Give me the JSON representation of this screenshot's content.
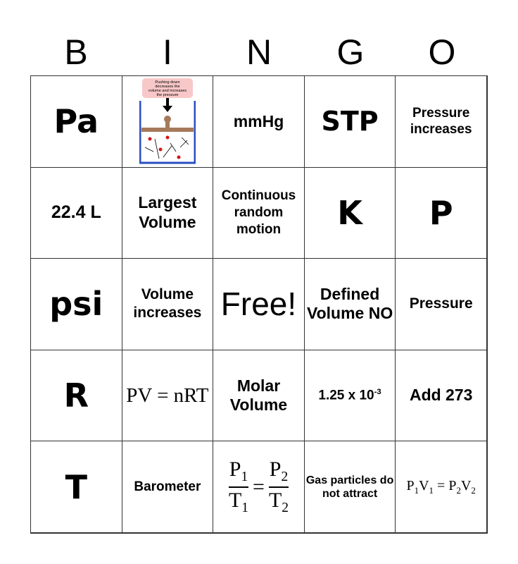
{
  "header": [
    "B",
    "I",
    "N",
    "G",
    "O"
  ],
  "cells": {
    "r1": {
      "c1": "Pa",
      "c2_caption": "Pushing down decreases the volume and increases the pressure",
      "c3": "mmHg",
      "c4": "STP",
      "c5": "Pressure increases"
    },
    "r2": {
      "c1": "22.4 L",
      "c2": "Largest Volume",
      "c3": "Continuous random motion",
      "c4": "K",
      "c5": "P"
    },
    "r3": {
      "c1": "psi",
      "c2": "Volume increases",
      "c3": "Free!",
      "c4": "Defined Volume NO",
      "c5": "Pressure"
    },
    "r4": {
      "c1": "R",
      "c2": "PV = nRT",
      "c3": "Molar Volume",
      "c4_base": "1.25 x 10",
      "c4_exp": "-3",
      "c5": "Add 273"
    },
    "r5": {
      "c1": "T",
      "c2": "Barometer",
      "c3": {
        "n1": "P",
        "n1s": "1",
        "d1": "T",
        "d1s": "1",
        "eq": "=",
        "n2": "P",
        "n2s": "2",
        "d2": "T",
        "d2s": "2"
      },
      "c4": "Gas particles do not attract",
      "c5": {
        "a": "P",
        "as": "1",
        "b": "V",
        "bs": "1",
        "eq": "=",
        "c": "P",
        "cs": "2",
        "d": "V",
        "ds": "2"
      }
    }
  },
  "colors": {
    "piston_caption_bg": "#f8c8c8",
    "container": "#2a4fc0",
    "piston": "#a57a5a",
    "particle": "#d01818"
  }
}
